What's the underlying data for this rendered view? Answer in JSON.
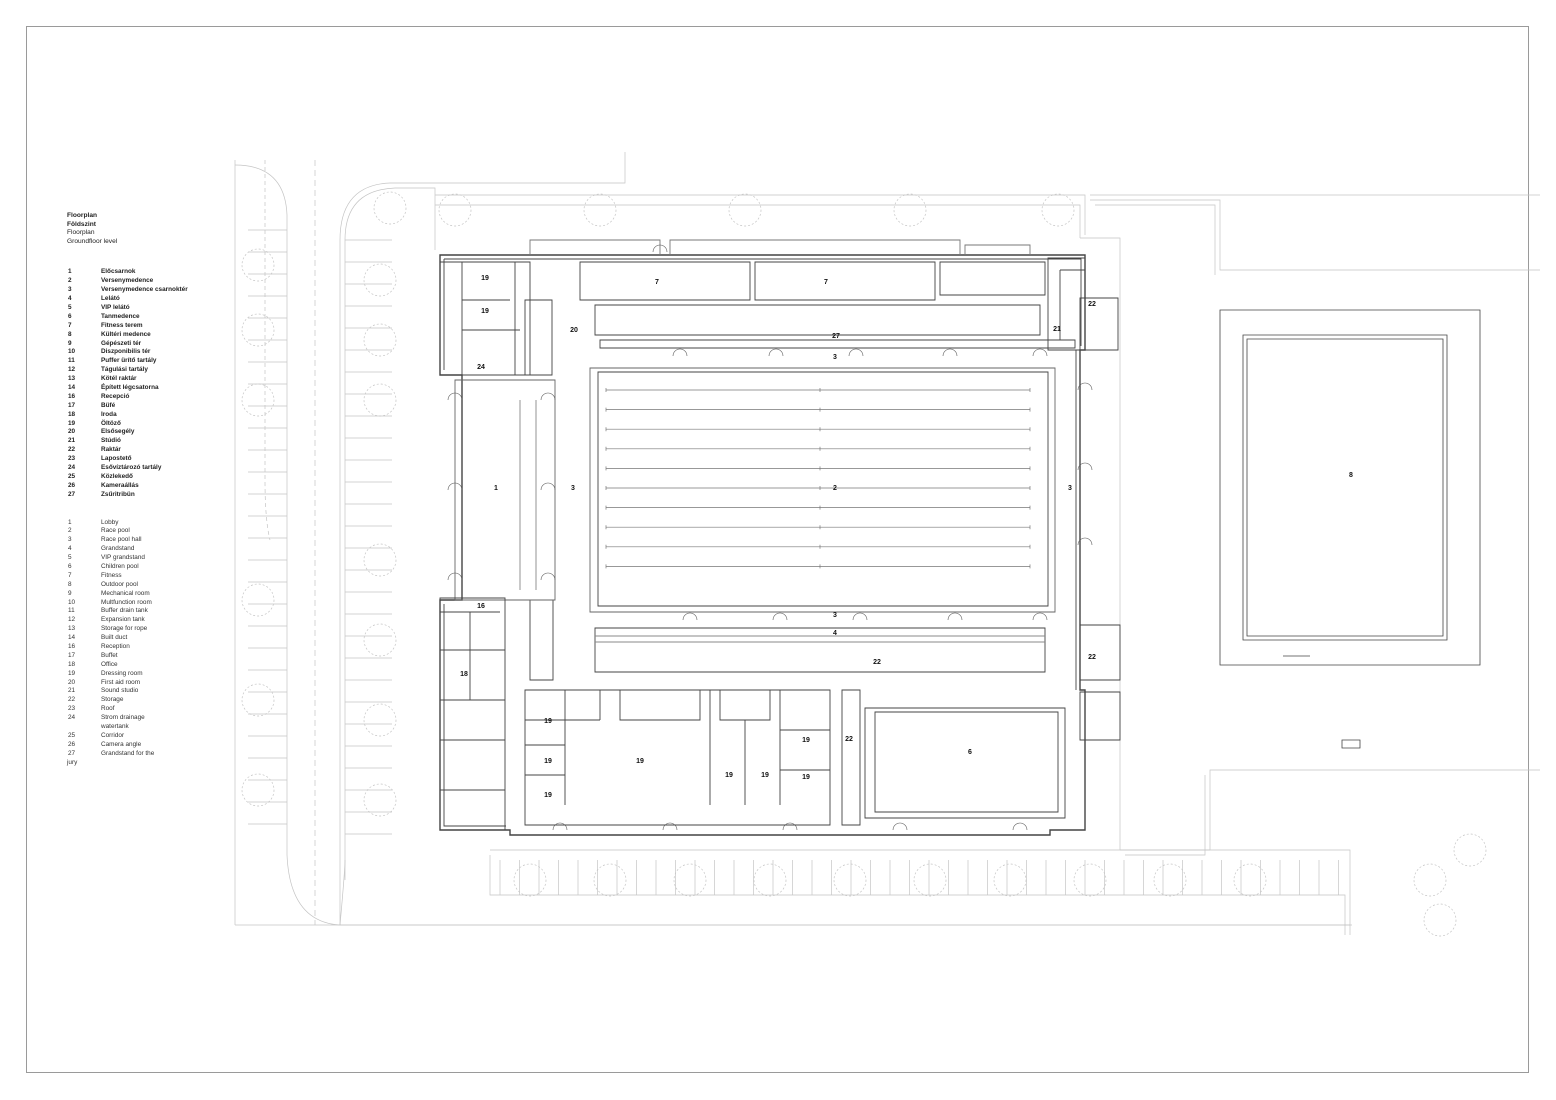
{
  "header": {
    "title_hu": "Floorplan",
    "subtitle_hu": "Földszint",
    "title_en": "Floorplan",
    "subtitle_en": "Groundfloor level"
  },
  "legend_hu": [
    {
      "num": "1",
      "label": "Előcsarnok"
    },
    {
      "num": "2",
      "label": "Versenymedence"
    },
    {
      "num": "3",
      "label": "Versenymedence csarnoktér"
    },
    {
      "num": "4",
      "label": "Lelátó"
    },
    {
      "num": "5",
      "label": "VIP lelátó"
    },
    {
      "num": "6",
      "label": "Tanmedence"
    },
    {
      "num": "7",
      "label": "Fitness terem"
    },
    {
      "num": "8",
      "label": "Kültéri medence"
    },
    {
      "num": "9",
      "label": "Gépészeti tér"
    },
    {
      "num": "10",
      "label": "Diszponibilis tér"
    },
    {
      "num": "11",
      "label": "Puffer ürítő tartály"
    },
    {
      "num": "12",
      "label": "Tágulási tartály"
    },
    {
      "num": "13",
      "label": "Kötél raktár"
    },
    {
      "num": "14",
      "label": "Épített légcsatorna"
    },
    {
      "num": "16",
      "label": "Recepció"
    },
    {
      "num": "17",
      "label": "Büfé"
    },
    {
      "num": "18",
      "label": "Iroda"
    },
    {
      "num": "19",
      "label": "Öltöző"
    },
    {
      "num": "20",
      "label": "Elsősegély"
    },
    {
      "num": "21",
      "label": "Stúdió"
    },
    {
      "num": "22",
      "label": "Raktár"
    },
    {
      "num": "23",
      "label": "Lapostető"
    },
    {
      "num": "24",
      "label": "Esővíztározó tartály"
    },
    {
      "num": "25",
      "label": "Közlekedő"
    },
    {
      "num": "26",
      "label": "Kameraállás"
    },
    {
      "num": "27",
      "label": "Zsűritribün"
    }
  ],
  "legend_en": [
    {
      "num": "1",
      "label": "Lobby"
    },
    {
      "num": "2",
      "label": "Race pool"
    },
    {
      "num": "3",
      "label": "Race pool hall"
    },
    {
      "num": "4",
      "label": "Grandstand"
    },
    {
      "num": "5",
      "label": "VIP grandstand"
    },
    {
      "num": "6",
      "label": "Children pool"
    },
    {
      "num": "7",
      "label": "Fitness"
    },
    {
      "num": "8",
      "label": "Outdoor pool"
    },
    {
      "num": "9",
      "label": "Mechanical room"
    },
    {
      "num": "10",
      "label": "Multfunction room"
    },
    {
      "num": "11",
      "label": "Buffer drain tank"
    },
    {
      "num": "12",
      "label": "Expansion tank"
    },
    {
      "num": "13",
      "label": "Storage for rope"
    },
    {
      "num": "14",
      "label": "Built duct"
    },
    {
      "num": "16",
      "label": "Reception"
    },
    {
      "num": "17",
      "label": "Buffet"
    },
    {
      "num": "18",
      "label": "Office"
    },
    {
      "num": "19",
      "label": "Dressing room"
    },
    {
      "num": "20",
      "label": "First aid room"
    },
    {
      "num": "21",
      "label": "Sound studio"
    },
    {
      "num": "22",
      "label": "Storage"
    },
    {
      "num": "23",
      "label": "Roof"
    },
    {
      "num": "24",
      "label": "Strom drainage",
      "label2": "watertank"
    },
    {
      "num": "25",
      "label": "Corridor"
    },
    {
      "num": "26",
      "label": "Camera angle"
    },
    {
      "num": "27",
      "label": "Grandstand for the",
      "label2": "jury"
    }
  ],
  "room_labels": {
    "r1": "1",
    "r2": "2",
    "r3a": "3",
    "r3b": "3",
    "r3c": "3",
    "r3d": "3",
    "r4": "4",
    "r6": "6",
    "r7a": "7",
    "r7b": "7",
    "r8": "8",
    "r16": "16",
    "r18": "18",
    "r19a": "19",
    "r19b": "19",
    "r19c": "19",
    "r19d": "19",
    "r19e": "19",
    "r19f": "19",
    "r19g": "19",
    "r19h": "19",
    "r19i": "19",
    "r19j": "19",
    "r20": "20",
    "r21": "21",
    "r22a": "22",
    "r22b": "22",
    "r22c": "22",
    "r22d": "22",
    "r24": "24",
    "r27": "27"
  },
  "colors": {
    "line": "#444444",
    "light": "#bbbbbb",
    "frame": "#9a9a9a"
  }
}
